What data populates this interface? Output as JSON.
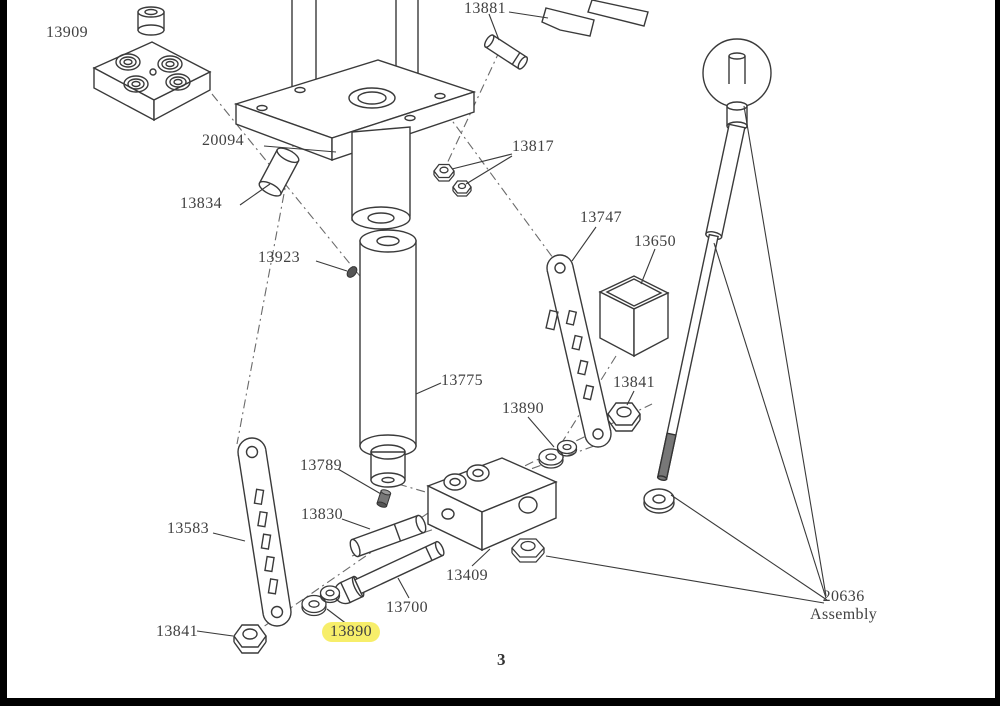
{
  "figure": {
    "page_number": "3",
    "highlight_color": "#f7ee6a",
    "line_color": "#3a3a3a",
    "background": "#ffffff"
  },
  "labels": {
    "p13909": "13909",
    "p13881": "13881",
    "p20094": "20094",
    "p13817": "13817",
    "p13834": "13834",
    "p13923": "13923",
    "p13747": "13747",
    "p13650": "13650",
    "p13775": "13775",
    "p13841_right": "13841",
    "p13890_right": "13890",
    "p13789": "13789",
    "p13830": "13830",
    "p13583": "13583",
    "p13409": "13409",
    "p13700": "13700",
    "p13841_left": "13841",
    "p13890_left": "13890",
    "assembly_number": "20636",
    "assembly_word": "Assembly"
  }
}
